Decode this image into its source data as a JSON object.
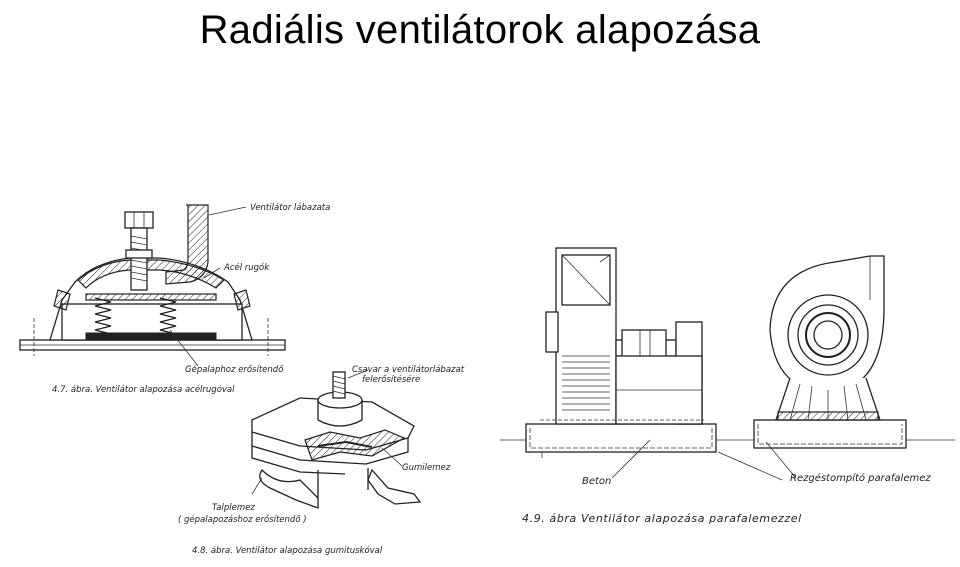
{
  "title": "Radiális ventilátorok alapozása",
  "fig47": {
    "label_leg": "Ventilátor lábazata",
    "label_spring": "Acél rugók",
    "label_fix": "Gépalaphoz erősítendő",
    "caption": "4.7. ábra. Ventilátor alapozása acélrugóval"
  },
  "fig48": {
    "label_screw_line1": "Csavar a ventilátorlábazat",
    "label_screw_line2": "felerősítésére",
    "label_rubber": "Gumilemez",
    "label_base_line1": "Talplemez",
    "label_base_line2": "( gépalapozáshoz erősítendő )",
    "caption": "4.8. ábra. Ventilátor alapozása gumituskóval"
  },
  "fig49": {
    "label_concrete": "Beton",
    "label_cork": "Rezgéstompító parafalemez",
    "caption": "4.9. ábra   Ventilátor alapozása parafalemezzel"
  }
}
